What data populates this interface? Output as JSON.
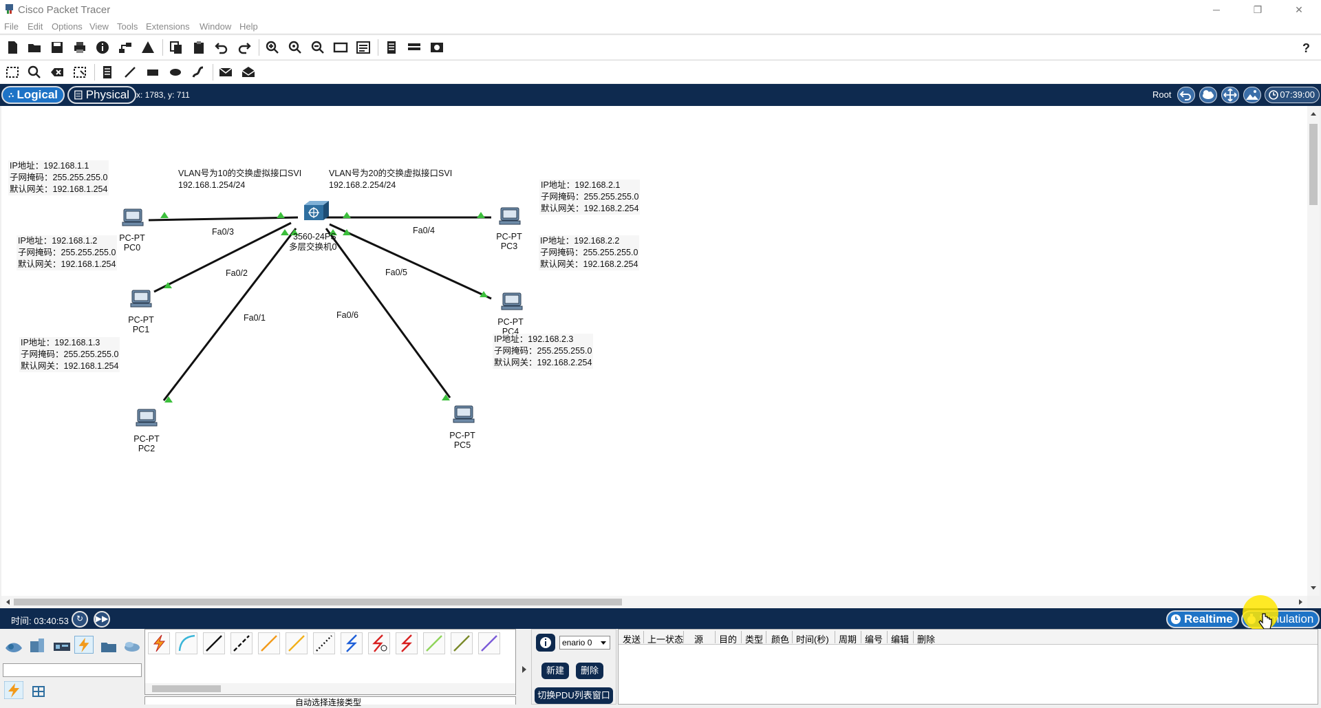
{
  "window": {
    "title": "Cisco Packet Tracer"
  },
  "menu": [
    "File",
    "Edit",
    "Options",
    "View",
    "Tools",
    "Extensions",
    "Window",
    "Help"
  ],
  "viewbar": {
    "logical_label": "Logical",
    "physical_label": "Physical",
    "coords": "x: 1783, y: 711",
    "root_label": "Root",
    "clock": "07:39:00"
  },
  "svi": [
    {
      "line1": "VLAN号为10的交换虚拟接口SVI",
      "line2": "192.168.1.254/24"
    },
    {
      "line1": "VLAN号为20的交换虚拟接口SVI",
      "line2": "192.168.2.254/24"
    }
  ],
  "switch": {
    "model": "3560-24PS",
    "name": "多层交换机0"
  },
  "pcs": [
    {
      "type": "PC-PT",
      "name": "PC0",
      "ip": "IP地址：192.168.1.1",
      "mask": "子网掩码：255.255.255.0",
      "gw": "默认网关：192.168.1.254"
    },
    {
      "type": "PC-PT",
      "name": "PC1",
      "ip": "IP地址：192.168.1.2",
      "mask": "子网掩码：255.255.255.0",
      "gw": "默认网关：192.168.1.254"
    },
    {
      "type": "PC-PT",
      "name": "PC2",
      "ip": "IP地址：192.168.1.3",
      "mask": "子网掩码：255.255.255.0",
      "gw": "默认网关：192.168.1.254"
    },
    {
      "type": "PC-PT",
      "name": "PC3",
      "ip": "IP地址：192.168.2.1",
      "mask": "子网掩码：255.255.255.0",
      "gw": "默认网关：192.168.2.254"
    },
    {
      "type": "PC-PT",
      "name": "PC4",
      "ip": "IP地址：192.168.2.2",
      "mask": "子网掩码：255.255.255.0",
      "gw": "默认网关：192.168.2.254"
    },
    {
      "type": "PC-PT",
      "name": "PC5",
      "ip": "IP地址：192.168.2.3",
      "mask": "子网掩码：255.255.255.0",
      "gw": "默认网关：192.168.2.254"
    }
  ],
  "links": [
    "Fa0/3",
    "Fa0/2",
    "Fa0/1",
    "Fa0/4",
    "Fa0/5",
    "Fa0/6"
  ],
  "timebar": {
    "time": "时间: 03:40:53",
    "realtime_label": "Realtime",
    "simulation_label": "Simulation"
  },
  "scenario": {
    "select_value": "enario 0",
    "new_label": "新建",
    "delete_label": "删除",
    "toggle_label": "切换PDU列表窗口"
  },
  "pdu_columns": [
    "发送",
    "上一状态",
    "源",
    "目的",
    "类型",
    "颜色",
    "时间(秒)",
    "周期",
    "编号",
    "编辑",
    "删除"
  ],
  "connection_caption": "自动选择连接类型",
  "colors": {
    "accent": "#1e73c6",
    "navy": "#0e2a4f",
    "link_up": "#3cbf3c"
  }
}
